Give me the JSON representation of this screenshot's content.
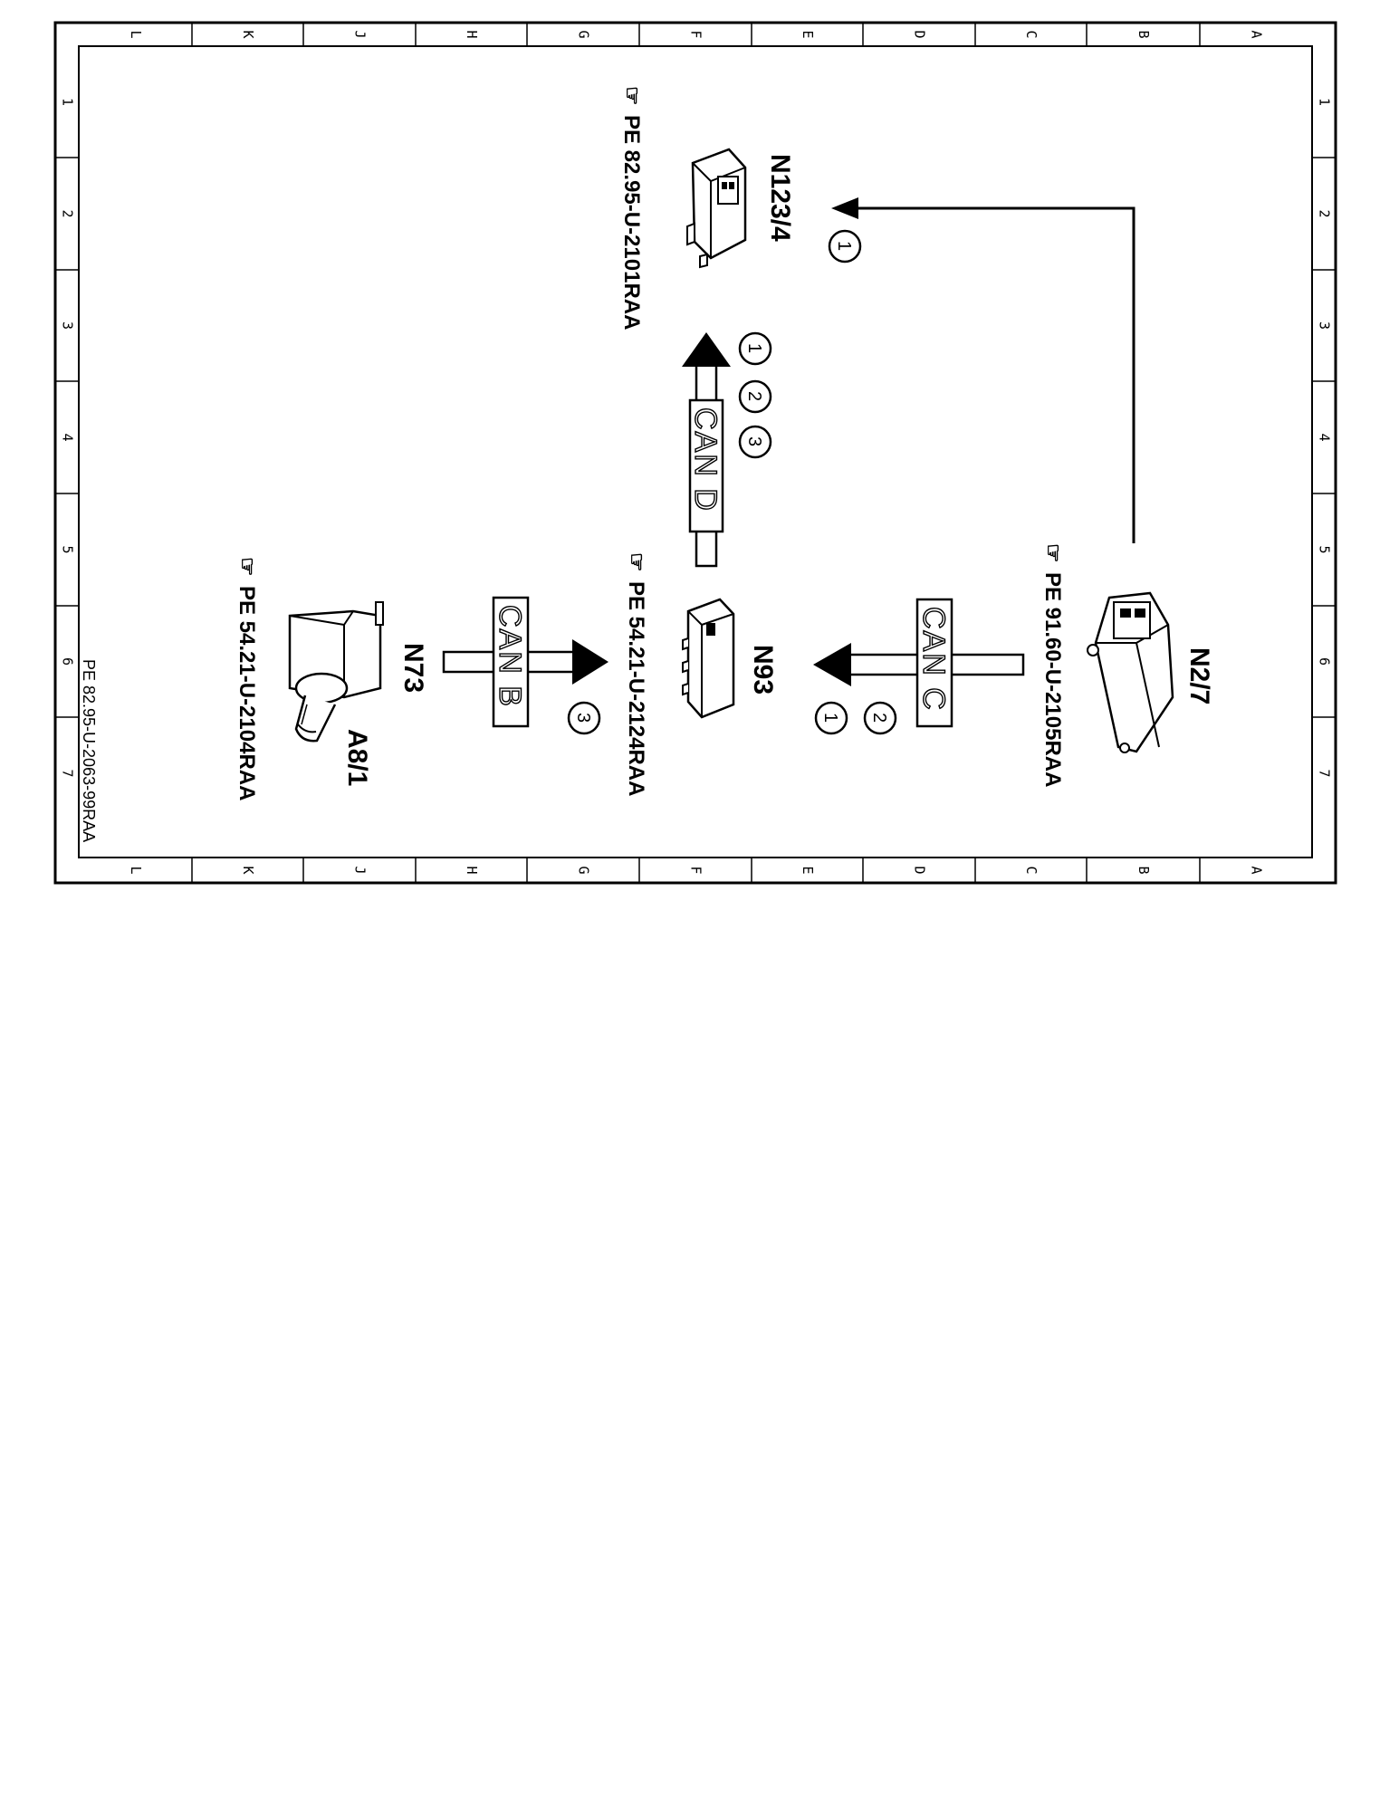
{
  "frame": {
    "column_letters": [
      "L",
      "K",
      "J",
      "H",
      "G",
      "F",
      "E",
      "D",
      "C",
      "B",
      "A"
    ],
    "row_numbers": [
      "1",
      "2",
      "3",
      "4",
      "5",
      "6",
      "7"
    ]
  },
  "document_id": "PE 82.95-U-2063-99RAA",
  "components": {
    "n123_4": {
      "code": "N123/4",
      "ref": "PE 82.95-U-2101RAA",
      "icon": "control-unit-icon"
    },
    "n93": {
      "code": "N93",
      "ref": "PE 54.21-U-2124RAA",
      "icon": "control-unit-icon"
    },
    "n2_7": {
      "code": "N2/7",
      "ref": "PE 91.60-U-2105RAA",
      "icon": "control-unit-icon"
    },
    "n73": {
      "code": "N73",
      "code2": "A8/1",
      "ref": "PE 54.21-U-2104RAA",
      "icon": "ignition-switch-icon"
    }
  },
  "connections": {
    "can_d": {
      "label": "CAN D",
      "markers": [
        "1",
        "2",
        "3"
      ]
    },
    "can_c": {
      "label": "CAN C",
      "markers": [
        "2",
        "1"
      ]
    },
    "can_b": {
      "label": "CAN B",
      "markers": [
        "3"
      ]
    },
    "direct": {
      "markers": [
        "1"
      ]
    }
  }
}
